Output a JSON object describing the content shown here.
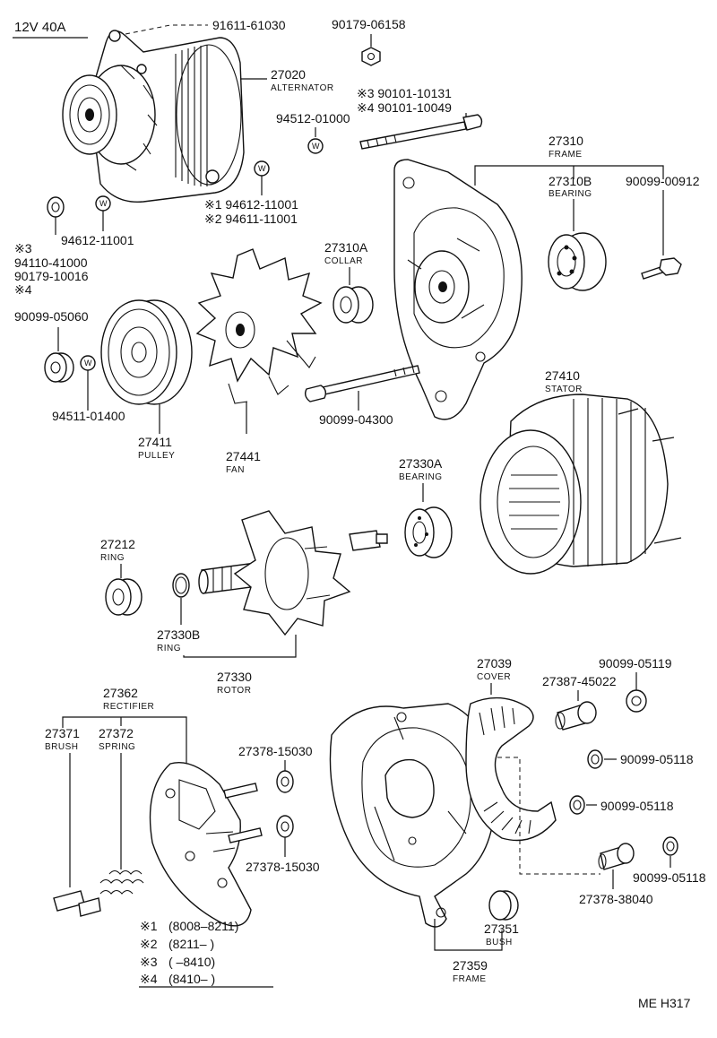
{
  "header": {
    "spec": "12V  40A"
  },
  "footer": {
    "code": "ME  H317"
  },
  "washer_symbol": "W",
  "notes": [
    {
      "mark": "※1",
      "range": "(8008–8211)"
    },
    {
      "mark": "※2",
      "range": "(8211–      )"
    },
    {
      "mark": "※3",
      "range": "(       –8410)"
    },
    {
      "mark": "※4",
      "range": "(8410–      )"
    }
  ],
  "labels": {
    "p91611": "91611-61030",
    "p90179_06158": "90179-06158",
    "p27020": "27020",
    "p27020_cap": "ALTERNATOR",
    "p90101_10131": "※3 90101-10131",
    "p90101_10049": "※4 90101-10049",
    "p94512": "94512-01000",
    "p27310": "27310",
    "p27310_cap": "FRAME",
    "p27310b": "27310B",
    "p27310b_cap": "BEARING",
    "p90099_00912": "90099-00912",
    "p94612_1": "※1 94612-11001",
    "p94611_2": "※2 94611-11001",
    "p94612_11001": "94612-11001",
    "p_mark3": "※3",
    "p94110": "94110-41000",
    "p90179_10016": "90179-10016",
    "p_mark4": "※4",
    "p27310a": "27310A",
    "p27310a_cap": "COLLAR",
    "p90099_05060": "90099-05060",
    "p94511": "94511-01400",
    "p27411": "27411",
    "p27411_cap": "PULLEY",
    "p27441": "27441",
    "p27441_cap": "FAN",
    "p90099_04300": "90099-04300",
    "p27410": "27410",
    "p27410_cap": "STATOR",
    "p27330a": "27330A",
    "p27330a_cap": "BEARING",
    "p27212": "27212",
    "p27212_cap": "RING",
    "p27330b": "27330B",
    "p27330b_cap": "RING",
    "p27330": "27330",
    "p27330_cap": "ROTOR",
    "p27039": "27039",
    "p27039_cap": "COVER",
    "p90099_05119": "90099-05119",
    "p27387": "27387-45022",
    "p27362": "27362",
    "p27362_cap": "RECTIFIER",
    "p27371": "27371",
    "p27371_cap": "BRUSH",
    "p27372": "27372",
    "p27372_cap": "SPRING",
    "p27378_15030a": "27378-15030",
    "p27378_15030b": "27378-15030",
    "p90099_05118a": "90099-05118",
    "p90099_05118b": "90099-05118",
    "p90099_05118c": "90099-05118",
    "p27378_38040": "27378-38040",
    "p27351": "27351",
    "p27351_cap": "BUSH",
    "p27359": "27359",
    "p27359_cap": "FRAME"
  }
}
